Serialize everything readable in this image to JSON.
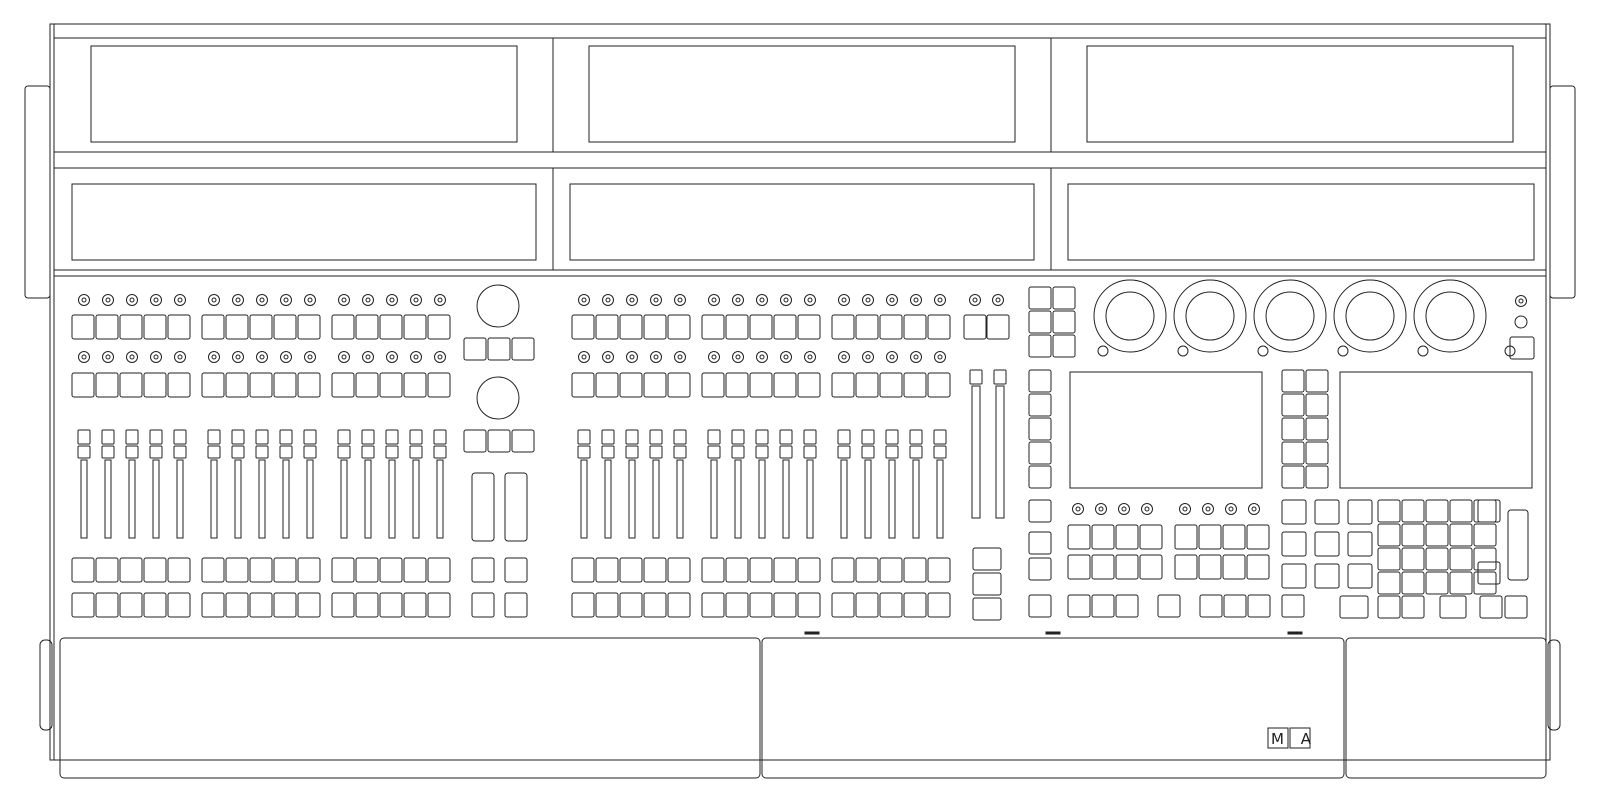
{
  "console": {
    "brand": "MA",
    "line_color": "#222222",
    "background": "#ffffff",
    "top_screens": 6,
    "fader_wings": [
      {
        "name": "left",
        "sections": 3
      },
      {
        "name": "center",
        "sections": 3
      }
    ],
    "faders_per_section": 5,
    "encoders": 5,
    "touchscreens": 2,
    "palm_rests": 3
  }
}
